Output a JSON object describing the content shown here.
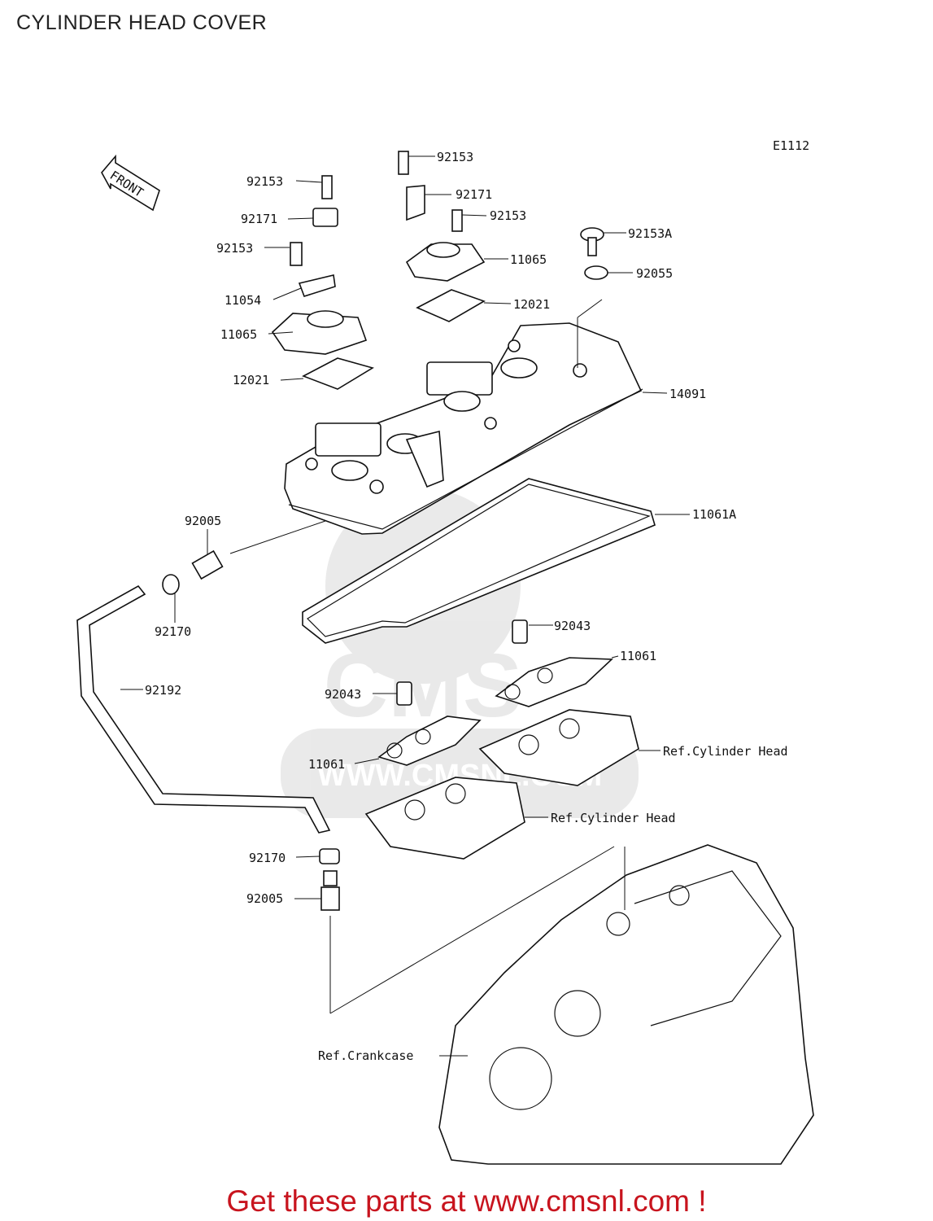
{
  "page": {
    "title": "CYLINDER HEAD COVER",
    "diagram_code": "E1112",
    "front_label": "FRONT",
    "footer": "Get these parts at www.cmsnl.com !"
  },
  "watermark": {
    "url": "WWW.CMSNL.COM",
    "brand": "CMS"
  },
  "callouts": [
    "92153",
    "92171",
    "92153",
    "11054",
    "11065",
    "12021",
    "92153",
    "92171",
    "92153",
    "11065",
    "12021",
    "92153A",
    "92055",
    "14091",
    "11061A",
    "92005",
    "92170",
    "92192",
    "92043",
    "11061",
    "92043",
    "11061",
    "Ref.Cylinder Head",
    "Ref.Cylinder Head",
    "92170",
    "92005",
    "Ref.Crankcase"
  ]
}
